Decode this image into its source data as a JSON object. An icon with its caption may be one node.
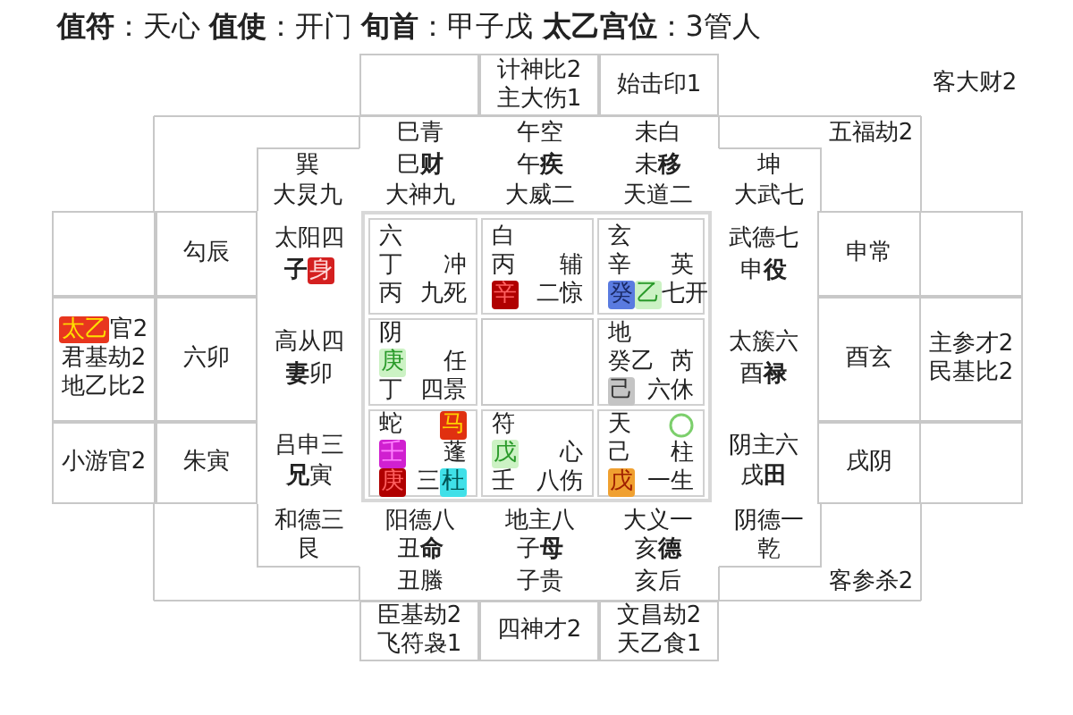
{
  "diagram": {
    "title": "**值符**：天心 **值使**：开门 **旬首**：甲子戊 **太乙宫位**：3管人",
    "nodes": [
      {
        "text": [],
        "shape": "box"
      },
      {
        "text": [
          "计神比2",
          "主大伤1"
        ]
      },
      {
        "text": [
          "始击印1"
        ]
      },
      {
        "text": [],
        "shape": "box"
      },
      {
        "text": [
          "勾辰"
        ]
      },
      {
        "text": [
          "六",
          "丁",
          "冲",
          "丙",
          "九死"
        ]
      },
      {
        "text": [
          "白",
          "丙",
          "辅",
          "辛",
          "二惊"
        ]
      },
      {
        "text": [
          "玄",
          "辛",
          "英",
          "癸",
          "乙",
          "七开"
        ]
      },
      {
        "text": [
          "申常"
        ]
      },
      {
        "text": [],
        "shape": "box"
      },
      {
        "text": [
          "太乙官2",
          "君基劫2",
          "地乙比2"
        ]
      },
      {
        "text": [
          "六卯"
        ]
      },
      {
        "text": [
          "阴",
          "庚",
          "任",
          "丁",
          "四景"
        ]
      },
      {
        "text": [],
        "shape": "box"
      },
      {
        "text": [
          "地",
          "癸乙",
          "芮",
          "己",
          "六休"
        ]
      },
      {
        "text": [
          "酉玄"
        ]
      },
      {
        "text": [
          "主参才2",
          "民基比2"
        ]
      },
      {
        "text": [
          "小游官2"
        ]
      },
      {
        "text": [
          "朱寅"
        ]
      },
      {
        "text": [
          "蛇",
          "马",
          "壬",
          "蓬",
          "庚",
          "三",
          "杜"
        ]
      },
      {
        "text": [
          "符",
          "戊",
          "心",
          "壬",
          "八伤"
        ]
      },
      {
        "text": [
          "天",
          "己",
          "柱",
          "戊",
          "一生"
        ]
      },
      {
        "text": [
          "戌阴"
        ]
      },
      {
        "text": [],
        "shape": "box"
      },
      {
        "text": [
          "臣基劫2",
          "飞符袅1"
        ]
      },
      {
        "text": [
          "四神才2"
        ]
      },
      {
        "text": [
          "文昌劫2",
          "天乙食1"
        ]
      }
    ],
    "labels": [
      "客大财2",
      "巳青",
      "午空",
      "未白",
      "五福劫2",
      "巽",
      "大炅九",
      "巳**财**",
      "大神九",
      "午**疾**",
      "大威二",
      "未**移**",
      "天道二",
      "坤",
      "大武七",
      "太阳四",
      "**子**身",
      "武德七",
      "申**役**",
      "高从四",
      "**妻**卯",
      "太簇六",
      "酉**禄**",
      "吕申三",
      "**兄**寅",
      "阴主六",
      "戌**田**",
      "和德三",
      "艮",
      "阳德八",
      "丑**命**",
      "地主八",
      "子**母**",
      "大义一",
      "亥**德**",
      "阴德一",
      "乾",
      "丑螣",
      "子贵",
      "亥后",
      "客参杀2"
    ]
  }
}
